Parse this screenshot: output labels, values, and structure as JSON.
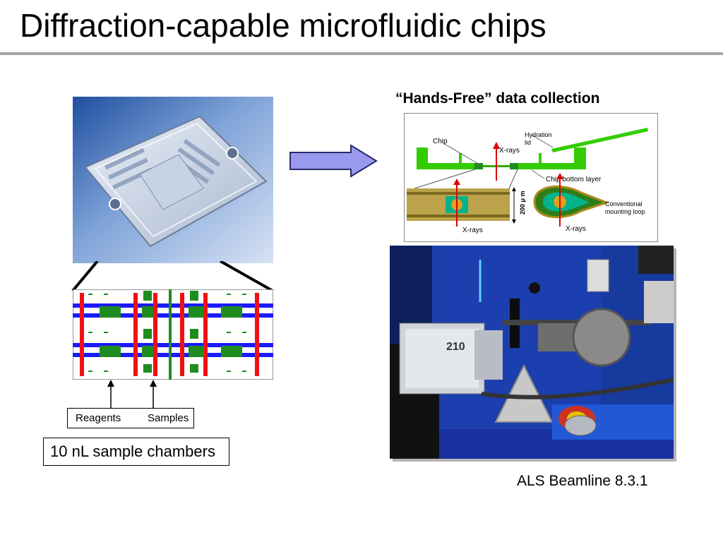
{
  "slide": {
    "title": "Diffraction-capable microfluidic chips",
    "hands_free_heading": "“Hands-Free” data collection",
    "diagram_labels": {
      "chip": "Chip",
      "xrays_top": "X-rays",
      "hydration_lid": "Hydration",
      "hydration_lid_2": "lid",
      "chip_bottom_layer": "Chip bottom layer",
      "scale": "200 μ m",
      "conventional_loop": "Conventional",
      "conventional_loop_2": "mounting loop",
      "xrays_left": "X-rays",
      "xrays_right": "X-rays"
    },
    "reagents_label": "Reagents",
    "samples_label": "Samples",
    "chambers_label": "10 nL sample chambers",
    "beamline_label": "ALS Beamline 8.3.1",
    "photo_label": "210"
  },
  "colors": {
    "title_rule": "#a6a6a6",
    "arrow_fill": "#9999ee",
    "diagram_green": "#33cc00",
    "xray_red": "#dd0000",
    "channel_blue": "#1a1aff",
    "channel_red": "#ee1111",
    "chamber_green": "#1e8c1e",
    "beamline_blue": "#1b3fae"
  },
  "icons": {
    "arrow": "right-arrow-icon"
  }
}
